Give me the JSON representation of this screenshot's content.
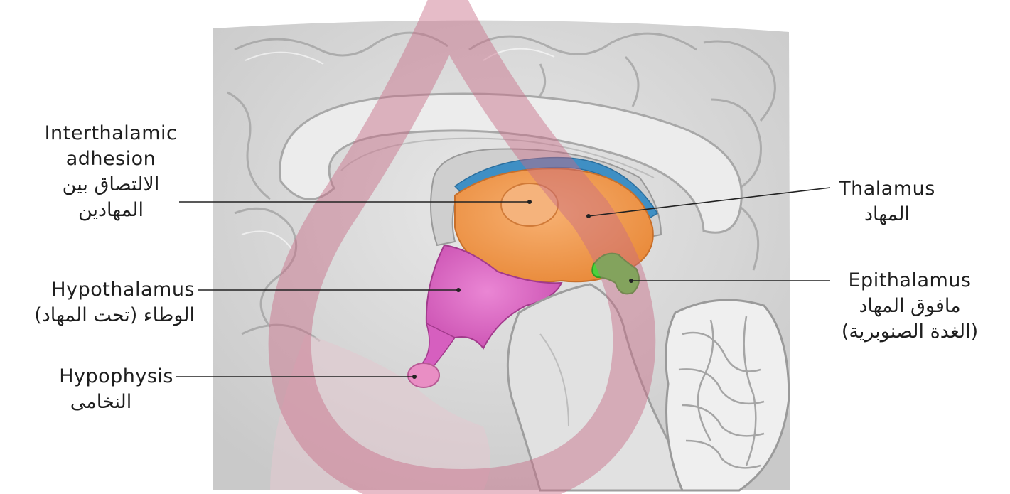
{
  "labels": {
    "interthalamic_adhesion": {
      "en_line1": "Interthalamic",
      "en_line2": "adhesion",
      "ar_line1": "الالتصاق بين",
      "ar_line2": "المهادين"
    },
    "hypothalamus": {
      "en": "Hypothalamus",
      "ar": "الوطاء (تحت المهاد)"
    },
    "hypophysis": {
      "en": "Hypophysis",
      "ar": "النخامى"
    },
    "thalamus": {
      "en": "Thalamus",
      "ar": "المهاد"
    },
    "epithalamus": {
      "en": "Epithalamus",
      "ar_line1": "مافوق المهاد",
      "ar_line2": "(الغدة الصنوبرية)"
    }
  },
  "colors": {
    "thalamus": "#f4a25a",
    "hypothalamus": "#e070c8",
    "hypophysis": "#e98ec4",
    "epithalamus": "#4cd13c",
    "brain_tissue": "#e3e3e3",
    "watermark": "#c9a0a8"
  }
}
